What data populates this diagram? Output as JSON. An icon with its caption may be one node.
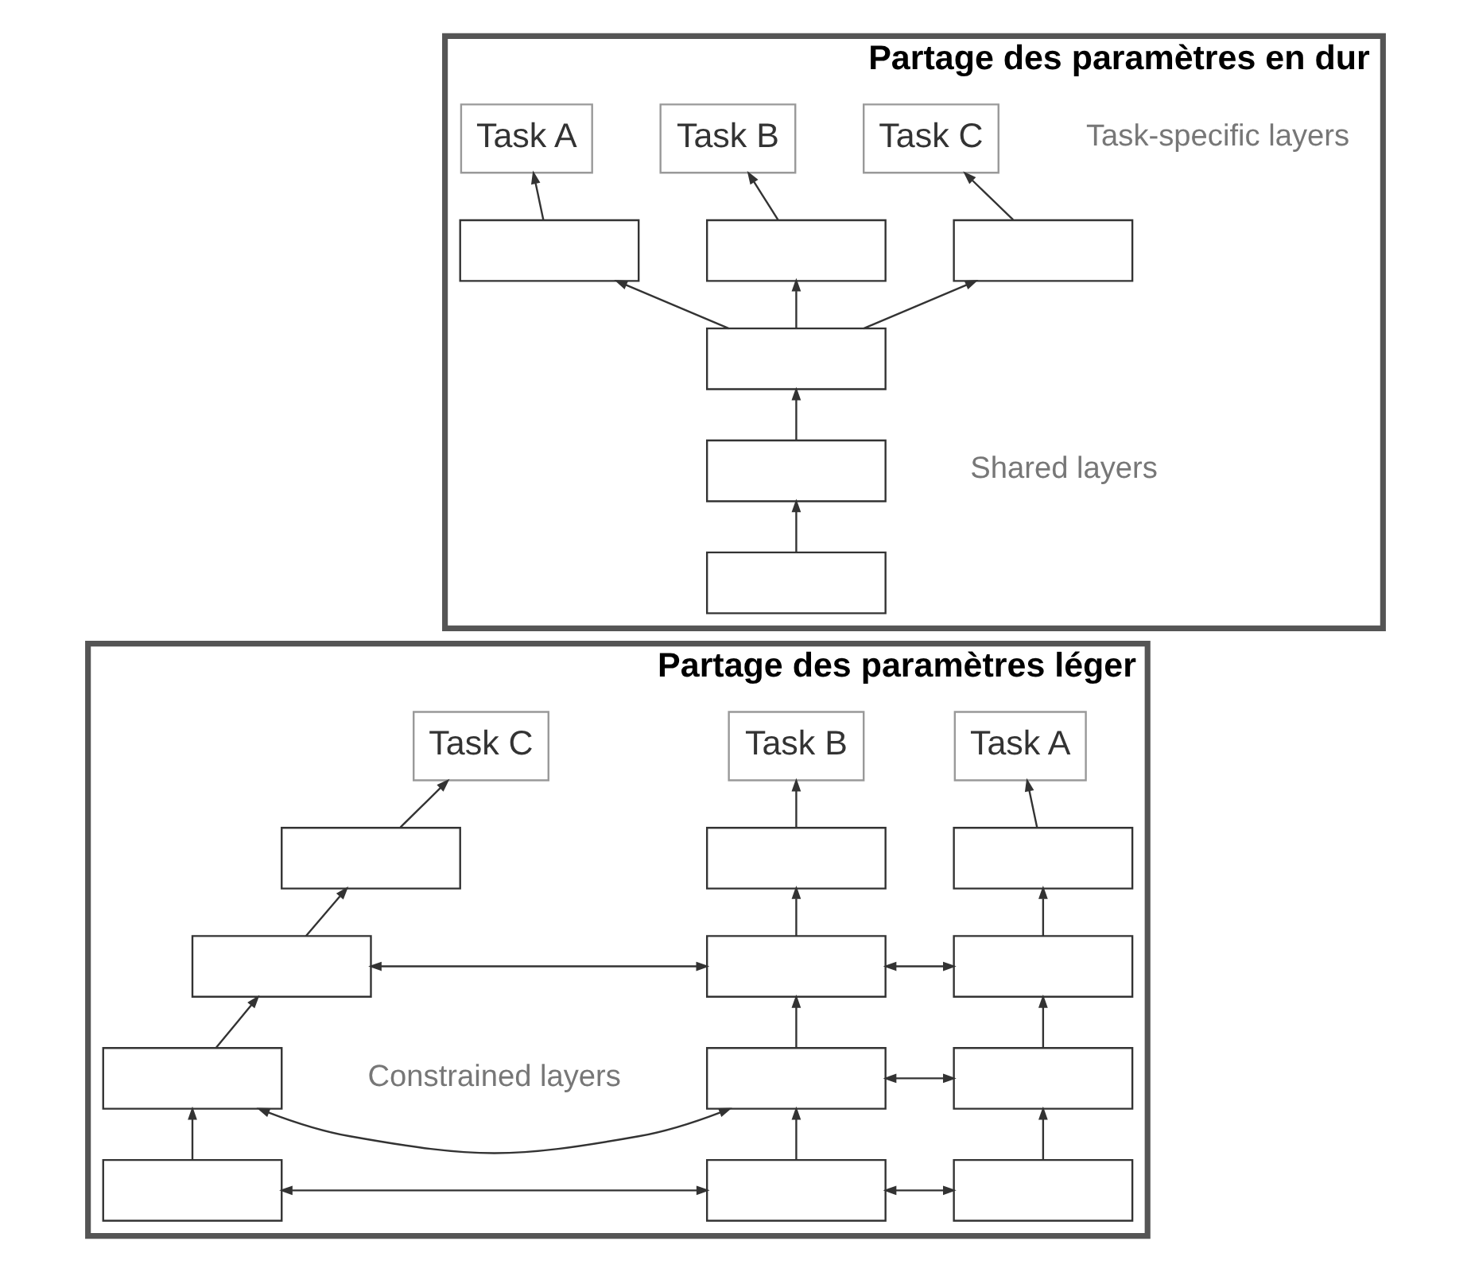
{
  "diagram": {
    "nodes": [
      {
        "text": [
          "Partage des paramètres en dur"
        ]
      },
      {
        "text": [
          "Task A"
        ],
        "in": 0
      },
      {
        "text": [
          "Task B"
        ],
        "in": 0
      },
      {
        "text": [
          "Task C"
        ],
        "in": 0
      },
      {
        "text": [],
        "shape": "box",
        "in": 0
      },
      {
        "text": [],
        "shape": "box",
        "in": 0
      },
      {
        "text": [],
        "shape": "box",
        "in": 0
      },
      {
        "text": [],
        "shape": "box",
        "in": 0
      },
      {
        "text": [],
        "shape": "box",
        "in": 0
      },
      {
        "text": [],
        "shape": "box",
        "in": 0
      },
      {
        "text": [
          "Partage des paramètres léger"
        ]
      },
      {
        "text": [
          "Task A"
        ],
        "in": 10
      },
      {
        "text": [
          "Task B"
        ],
        "in": 10
      },
      {
        "text": [
          "Task C"
        ],
        "in": 10
      },
      {
        "text": [],
        "shape": "box",
        "in": 10
      },
      {
        "text": [],
        "shape": "box",
        "in": 10
      },
      {
        "text": [],
        "shape": "box",
        "in": 10
      },
      {
        "text": [],
        "shape": "box",
        "in": 10
      },
      {
        "text": [],
        "shape": "box",
        "in": 10
      },
      {
        "text": [],
        "shape": "box",
        "in": 10
      },
      {
        "text": [],
        "shape": "box",
        "in": 10
      },
      {
        "text": [],
        "shape": "box",
        "in": 10
      },
      {
        "text": [],
        "shape": "box",
        "in": 10
      },
      {
        "text": [],
        "shape": "box",
        "in": 10
      },
      {
        "text": [],
        "shape": "box",
        "in": 10
      },
      {
        "text": [],
        "shape": "box",
        "in": 10
      }
    ],
    "edges": [
      {
        "from": 4,
        "to": 1,
        "arrow": "to"
      },
      {
        "from": 5,
        "to": 2,
        "arrow": "to"
      },
      {
        "from": 6,
        "to": 3,
        "arrow": "to"
      },
      {
        "from": 7,
        "to": 4,
        "arrow": "to"
      },
      {
        "from": 7,
        "to": 5,
        "arrow": "to"
      },
      {
        "from": 7,
        "to": 6,
        "arrow": "to"
      },
      {
        "from": 8,
        "to": 7,
        "arrow": "to"
      },
      {
        "from": 9,
        "to": 8,
        "arrow": "to"
      },
      {
        "from": 14,
        "to": 11,
        "arrow": "to"
      },
      {
        "from": 15,
        "to": 12,
        "arrow": "to"
      },
      {
        "from": 16,
        "to": 13,
        "arrow": "to"
      },
      {
        "from": 17,
        "to": 14,
        "arrow": "to"
      },
      {
        "from": 18,
        "to": 15,
        "arrow": "to"
      },
      {
        "from": 19,
        "to": 16,
        "arrow": "to"
      },
      {
        "from": 17,
        "to": 18,
        "arrow": "both"
      },
      {
        "from": 18,
        "to": 19,
        "arrow": "both"
      },
      {
        "from": 20,
        "to": 17,
        "arrow": "to"
      },
      {
        "from": 21,
        "to": 18,
        "arrow": "to"
      },
      {
        "from": 22,
        "to": 19,
        "arrow": "to"
      },
      {
        "from": 20,
        "to": 21,
        "arrow": "both"
      },
      {
        "from": 21,
        "to": 22,
        "arrow": "both"
      },
      {
        "from": 23,
        "to": 20,
        "arrow": "to"
      },
      {
        "from": 24,
        "to": 21,
        "arrow": "to"
      },
      {
        "from": 25,
        "to": 22,
        "arrow": "to"
      },
      {
        "from": 23,
        "to": 24,
        "arrow": "both"
      },
      {
        "from": 24,
        "to": 25,
        "arrow": "both"
      }
    ],
    "labels": [
      "Task-specific layers",
      "Shared layers",
      "Constrained layers"
    ]
  }
}
